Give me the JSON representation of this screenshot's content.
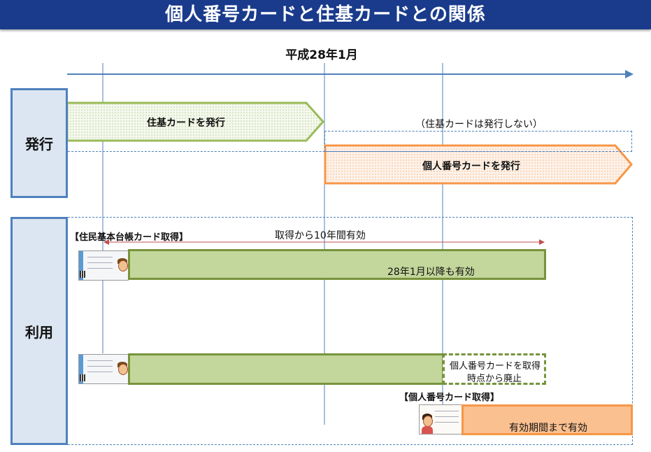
{
  "title": "個人番号カードと住基カードとの関係",
  "date_label": "平成28年1月",
  "sections": {
    "issuance": "発行",
    "usage": "利用"
  },
  "issuance": {
    "juki_issue": "住基カードを発行",
    "juki_not_issued": "（住基カードは発行しない）",
    "mynumber_issue": "個人番号カードを発行"
  },
  "usage": {
    "juki_acquire_label": "【住民基本台帳カード取得】",
    "valid_10_years": "取得から10年間有効",
    "valid_after": "28年1月以降も有効",
    "abolish_line1": "個人番号カードを取得",
    "abolish_line2": "時点から廃止",
    "mynumber_acquire_label": "【個人番号カード取得】",
    "valid_until_expiry": "有効期間まで有効"
  },
  "colors": {
    "title_bg": "#1a3b8c",
    "timeline": "#4f81bd",
    "green_fill": "#c3d69b",
    "green_border": "#77933c",
    "orange_fill": "#fac090",
    "orange_border": "#f79646",
    "section_fill": "#dce6f2"
  }
}
